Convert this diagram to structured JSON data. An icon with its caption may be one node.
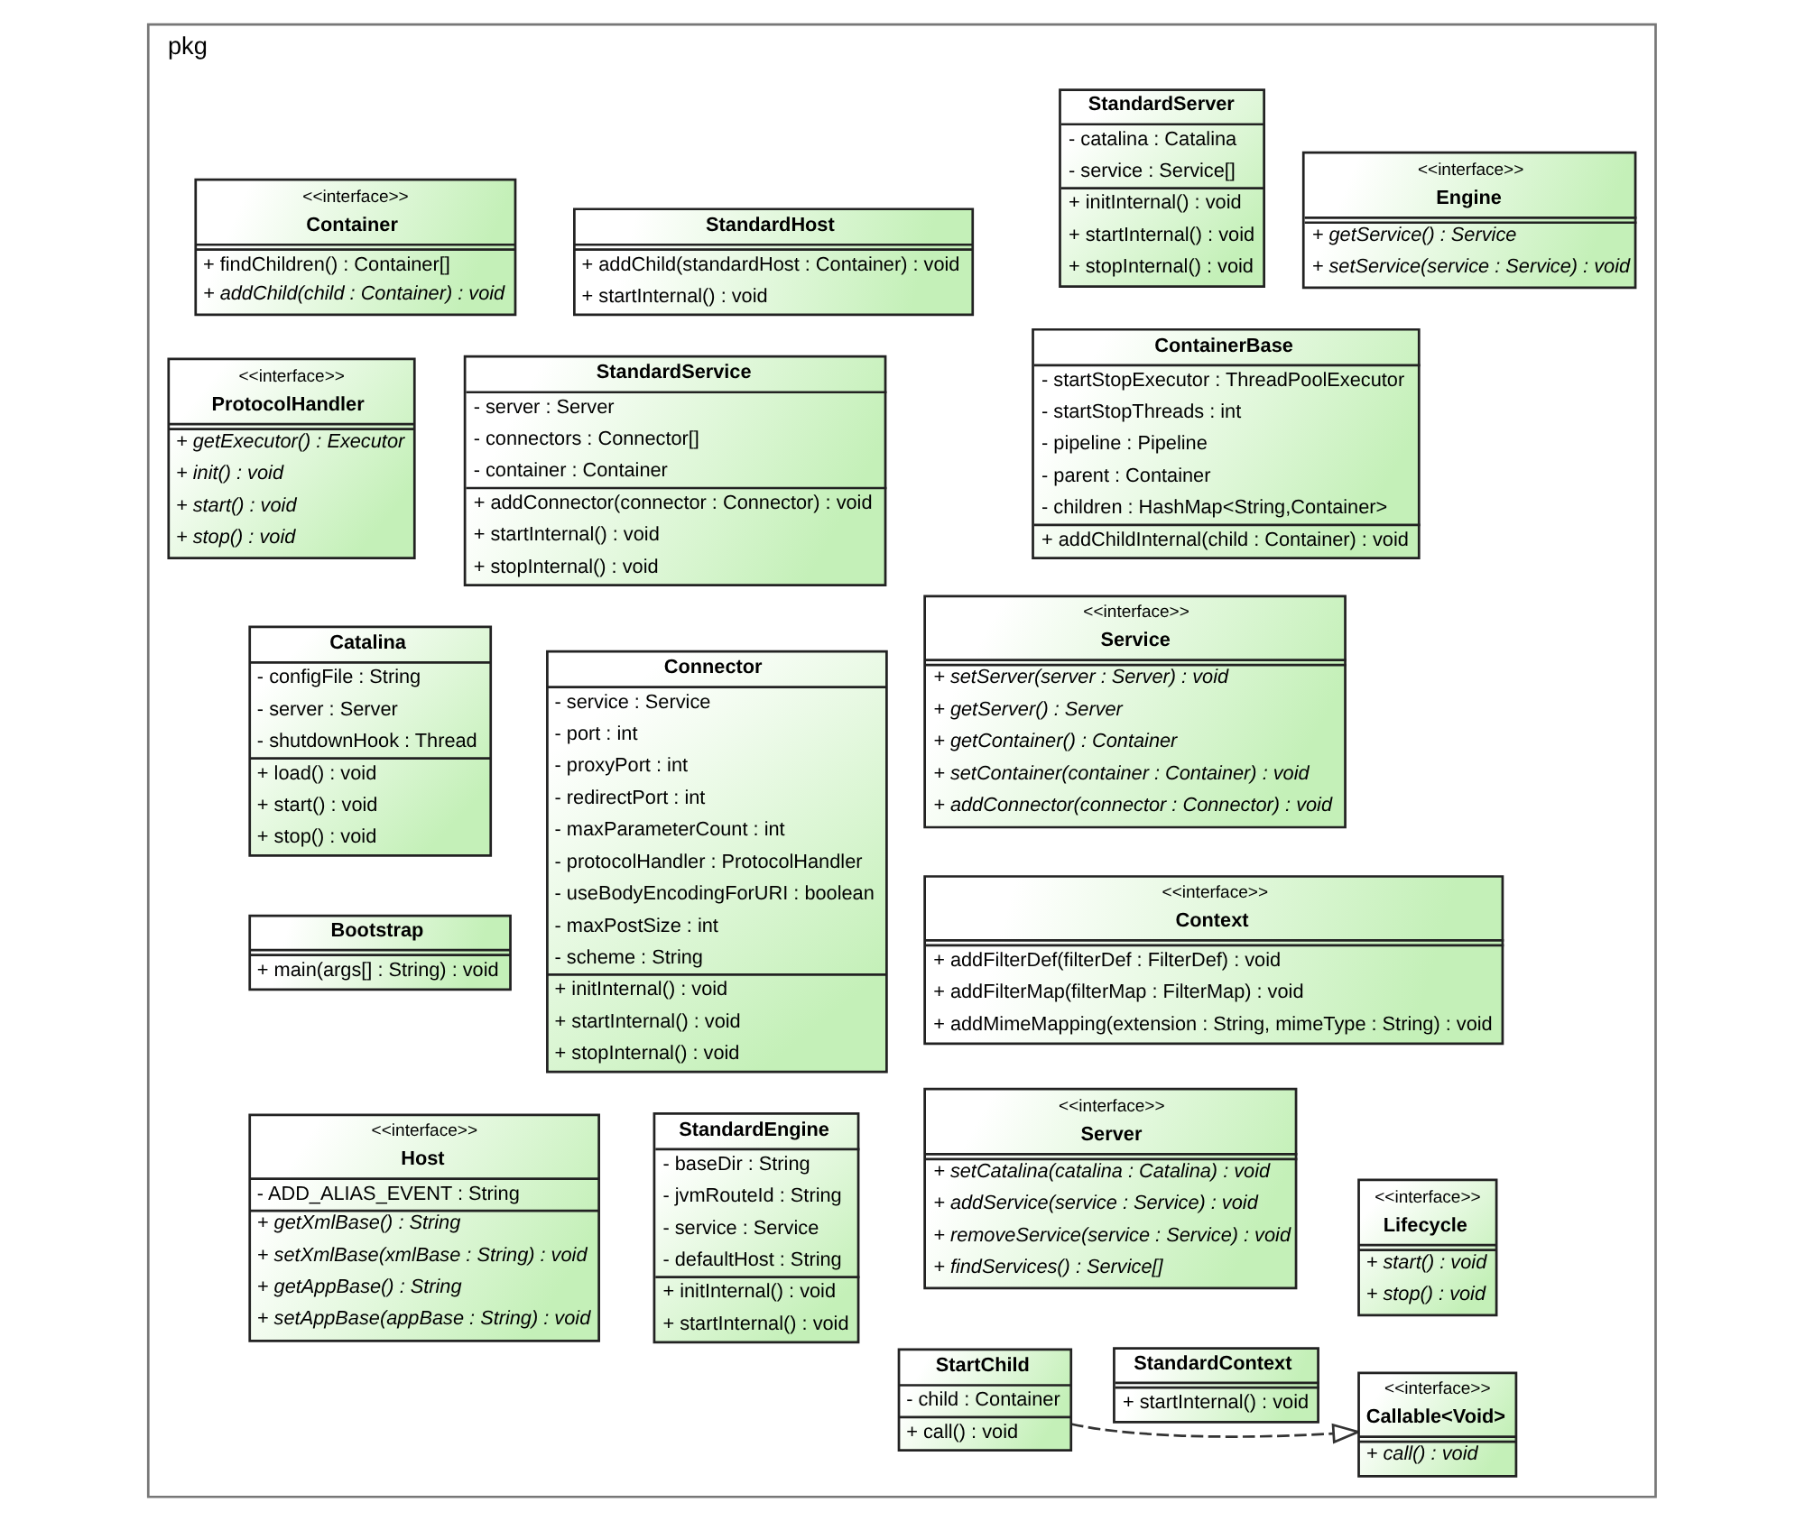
{
  "diagram": {
    "nodes": [
      {
        "text": [
          "pkg"
        ]
      },
      {
        "text": [
          "Bootstrap",
          "+ main(args[] : String) : void"
        ],
        "in": 0
      },
      {
        "text": [
          "<<interface>>",
          "Callable<Void>",
          "+ call() : void"
        ],
        "in": 0
      },
      {
        "text": [
          "<<interface>>",
          "Lifecycle",
          "+ start() : void",
          "+ stop() : void"
        ],
        "in": 0
      },
      {
        "text": [
          "StartChild",
          "- child : Container",
          "+ call() : void"
        ],
        "in": 0
      },
      {
        "text": [
          "Catalina",
          "- configFile : String",
          "- server : Server",
          "- shutdownHook : Thread",
          "+ load() : void",
          "+ start() : void",
          "+ stop() : void"
        ],
        "in": 0
      },
      {
        "text": [
          "<<interface>>",
          "Container",
          "+ findChildren() : Container[]",
          "+ addChild(child : Container) : void"
        ],
        "in": 0
      },
      {
        "text": [
          "<<interface>>",
          "Server",
          "+ setCatalina(catalina : Catalina) : void",
          "+ addService(service : Service) : void",
          "+ removeService(service : Service) : void",
          "+ findServices() : Service[]"
        ],
        "in": 0
      },
      {
        "text": [
          "<<interface>>",
          "Service",
          "+ setServer(server : Server) : void",
          "+ getServer() : Server",
          "+ getContainer() : Container",
          "+ setContainer(container : Container) : void",
          "+ addConnector(connector : Connector) : void"
        ],
        "in": 0
      },
      {
        "text": [
          "<<interface>>",
          "Engine",
          "+ getService() : Service",
          "+ setService(service : Service) : void"
        ],
        "in": 0
      },
      {
        "text": [
          "<<interface>>",
          "Host",
          "- ADD_ALIAS_EVENT : String",
          "+ getXmlBase() : String",
          "+ setXmlBase(xmlBase : String) : void",
          "+ getAppBase() : String",
          "+ setAppBase(appBase : String) : void"
        ],
        "in": 0
      },
      {
        "text": [
          "<<interface>>",
          "Context",
          "+ addFilterDef(filterDef : FilterDef) : void",
          "+ addFilterMap(filterMap : FilterMap) : void",
          "+ addMimeMapping(extension : String, mimeType : String) : void"
        ],
        "in": 0
      },
      {
        "text": [
          "ContainerBase",
          "- startStopExecutor : ThreadPoolExecutor",
          "- startStopThreads : int",
          "- pipeline : Pipeline",
          "- parent : Container",
          "- children : HashMap<String,Container>",
          "+ addChildInternal(child : Container) : void"
        ],
        "in": 0
      },
      {
        "text": [
          "StandardServer",
          "- catalina : Catalina",
          "- service : Service[]",
          "+ initInternal() : void",
          "+ startInternal() : void",
          "+ stopInternal() : void"
        ],
        "in": 0
      },
      {
        "text": [
          "StandardService",
          "- server : Server",
          "- connectors : Connector[]",
          "- container : Container",
          "+ addConnector(connector : Connector) : void",
          "+ startInternal() : void",
          "+ stopInternal() : void"
        ],
        "in": 0
      },
      {
        "text": [
          "StandardEngine",
          "- baseDir : String",
          "- jvmRouteId : String",
          "- service : Service",
          "- defaultHost : String",
          "+ initInternal() : void",
          "+ startInternal() : void"
        ],
        "in": 0
      },
      {
        "text": [
          "StandardHost",
          "+ addChild(standardHost : Container) : void",
          "+ startInternal() : void"
        ],
        "in": 0
      },
      {
        "text": [
          "StandardContext",
          "+ startInternal() : void"
        ],
        "in": 0
      },
      {
        "text": [
          "Connector",
          "- service : Service",
          "- port : int",
          "- proxyPort : int",
          "- redirectPort : int",
          "- maxParameterCount : int",
          "- protocolHandler : ProtocolHandler",
          "- useBodyEncodingForURI : boolean",
          "- maxPostSize : int",
          "- scheme : String",
          "+ initInternal() : void",
          "+ startInternal() : void",
          "+ stopInternal() : void"
        ],
        "in": 0
      },
      {
        "text": [
          "<<interface>>",
          "ProtocolHandler",
          "+ getExecutor() : Executor",
          "+ init() : void",
          "+ start() : void",
          "+ stop() : void"
        ],
        "in": 0
      }
    ],
    "edges": [
      {
        "from": 4,
        "to": 2,
        "arrow": "to",
        "style": "dashed"
      }
    ]
  }
}
